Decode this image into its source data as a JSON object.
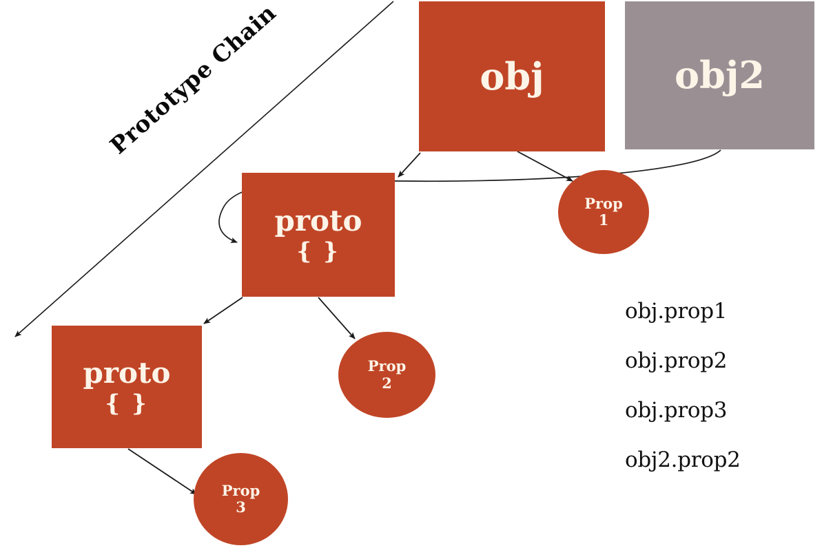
{
  "diagram": {
    "title_label": "Prototype Chain",
    "colors": {
      "object_fill": "#c04526",
      "obj2_fill": "#9a9094",
      "node_text": "#fdf4e8",
      "arrow_stroke": "#1a1a1a",
      "list_text": "#111111",
      "background": "#ffffff"
    },
    "nodes": {
      "obj": {
        "label": "obj"
      },
      "obj2": {
        "label": "obj2"
      },
      "proto_first": {
        "label": "proto",
        "braces": "{ }"
      },
      "proto_second": {
        "label": "proto",
        "braces": "{ }"
      },
      "prop1": {
        "label": "Prop",
        "number": "1"
      },
      "prop2": {
        "label": "Prop",
        "number": "2"
      },
      "prop3": {
        "label": "Prop",
        "number": "3"
      }
    },
    "expressions": [
      {
        "text": "obj.prop1"
      },
      {
        "text": "obj.prop2"
      },
      {
        "text": "obj.prop3"
      },
      {
        "text": "obj2.prop2"
      }
    ]
  }
}
